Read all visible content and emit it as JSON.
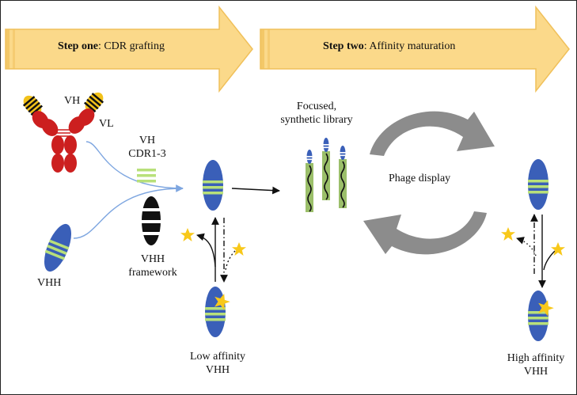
{
  "step_one": {
    "bold": "Step one",
    "rest": ": CDR grafting"
  },
  "step_two": {
    "bold": "Step two",
    "rest": ": Affinity maturation"
  },
  "labels": {
    "vh": "VH",
    "vl": "VL",
    "vhh_left": "VHH",
    "cdr_line1": "VH",
    "cdr_line2": "CDR1-3",
    "framework_line1": "VHH",
    "framework_line2": "framework",
    "library_line1": "Focused,",
    "library_line2": "synthetic library",
    "phage_display": "Phage display",
    "low_line1": "Low affinity",
    "low_line2": "VHH",
    "high_line1": "High affinity",
    "high_line2": "VHH"
  },
  "colors": {
    "banner_fill": "#fbd98a",
    "banner_edge": "#f0c05a",
    "antibody": "#cc1f1f",
    "antigen_band": "#f2c21b",
    "vhh_body": "#3a5fb8",
    "vhh_stripe": "#b8e07a",
    "cycle_arrow": "#8c8c8c",
    "phage_tube": "#9bbf6a",
    "star": "#f8c81a",
    "merge_line": "#7ea6e0"
  }
}
